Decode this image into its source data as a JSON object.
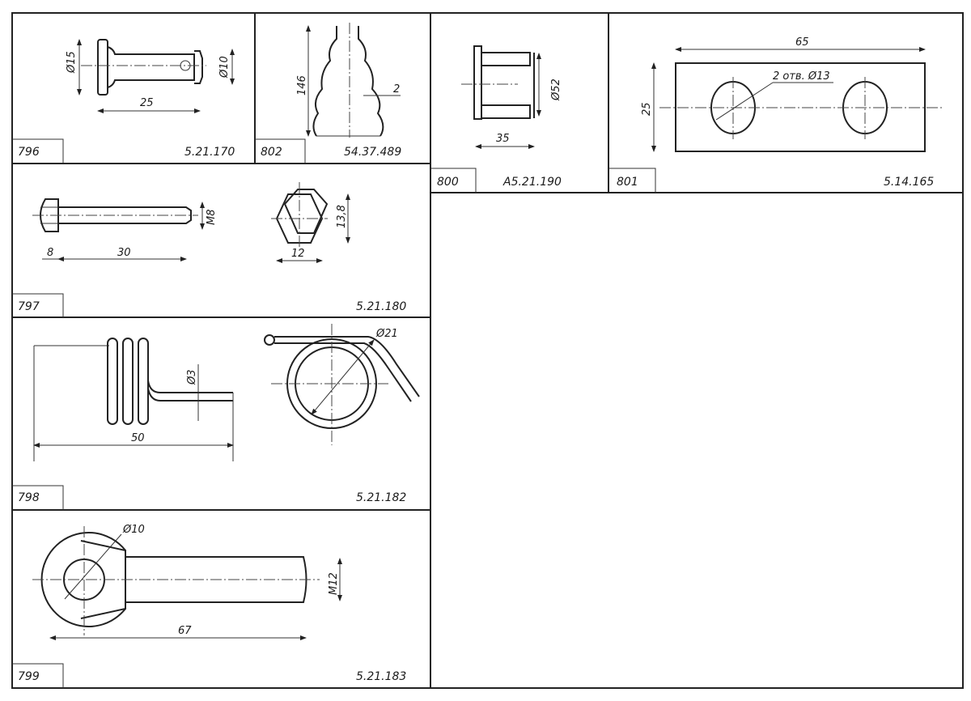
{
  "cells": {
    "c796": {
      "number": "796",
      "code": "5.21.170",
      "dims": {
        "d_head": "Ø15",
        "d_end": "Ø10",
        "length": "25"
      }
    },
    "c802": {
      "number": "802",
      "code": "54.37.489",
      "dims": {
        "height": "146",
        "wall": "2"
      }
    },
    "c800": {
      "number": "800",
      "code": "A5.21.190",
      "dims": {
        "diameter": "Ø52",
        "length": "35"
      }
    },
    "c801": {
      "number": "801",
      "code": "5.14.165",
      "dims": {
        "width": "65",
        "height": "25",
        "holes": "2 отв. Ø13"
      }
    },
    "c797": {
      "number": "797",
      "code": "5.21.180",
      "dims": {
        "thread": "M8",
        "head": "8",
        "length": "30",
        "across_corners": "13,8",
        "across_flats": "12"
      }
    },
    "c798": {
      "number": "798",
      "code": "5.21.182",
      "dims": {
        "wire": "Ø3",
        "length": "50",
        "coil": "Ø21"
      }
    },
    "c799": {
      "number": "799",
      "code": "5.21.183",
      "dims": {
        "hole": "Ø10",
        "thread": "M12",
        "length": "67"
      }
    }
  }
}
